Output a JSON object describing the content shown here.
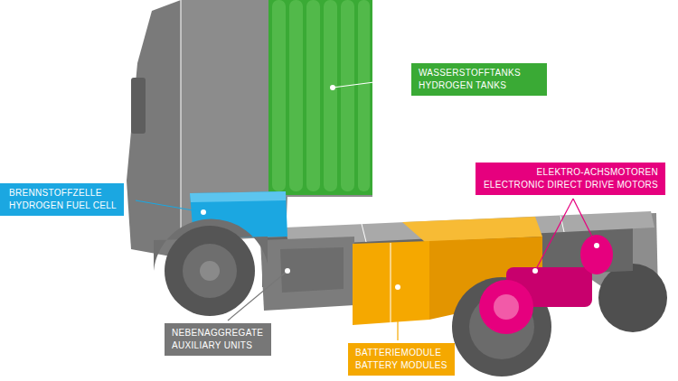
{
  "diagram": {
    "nodes": [
      {
        "text": [
          "WASSERSTOFFTANKS",
          "HYDROGEN TANKS"
        ]
      },
      {
        "text": [
          "ELEKTRO-ACHSMOTOREN",
          "ELECTRONIC DIRECT DRIVE MOTORS"
        ]
      },
      {
        "text": [
          "BRENNSTOFFZELLE",
          "HYDROGEN FUEL CELL"
        ]
      },
      {
        "text": [
          "NEBENAGGREGATE",
          "AUXILIARY UNITS"
        ]
      },
      {
        "text": [
          "BATTERIEMODULE",
          "BATTERY MODULES"
        ]
      }
    ]
  }
}
